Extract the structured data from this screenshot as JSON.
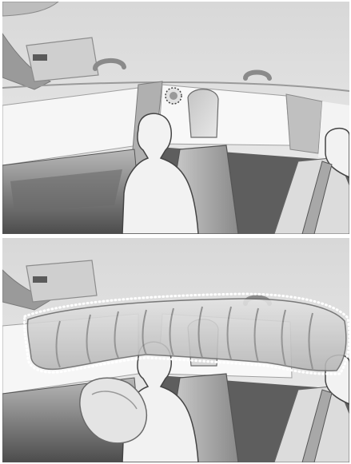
{
  "figure": {
    "panels": [
      {
        "id": "before-deployment",
        "state": "curtain airbag stowed (sensor marked)"
      },
      {
        "id": "after-deployment",
        "state": "curtain airbag and side airbag deployed"
      }
    ],
    "colors": {
      "headliner": "#e6e6e6",
      "interior_dark": "#6e6e6e",
      "window": "#fafafa",
      "airbag": "#dcdcdc",
      "highlight_dots": "#ffffff"
    }
  }
}
